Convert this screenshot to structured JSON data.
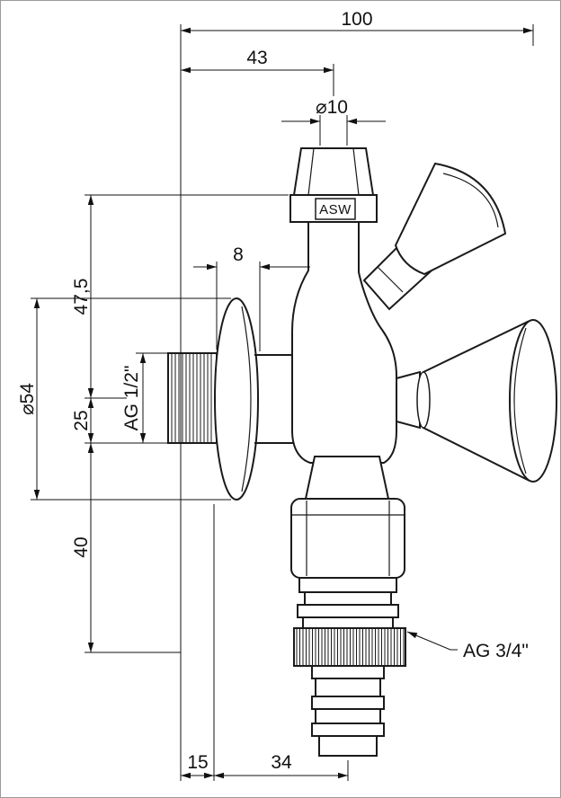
{
  "dims": {
    "overall_width": "100",
    "wall_to_top_outlet": "43",
    "top_pipe_diameter": "⌀10",
    "rosette_depth": "8",
    "top_outlet_height": "47,5",
    "rosette_diameter": "⌀54",
    "wall_thread": "AG 1/2\"",
    "axis_to_thread": "25",
    "lower_height": "40",
    "bottom_wall_offset": "15",
    "bottom_outlet_offset": "34",
    "hose_thread": "AG 3/4\"",
    "valve_marking": "ASW"
  }
}
